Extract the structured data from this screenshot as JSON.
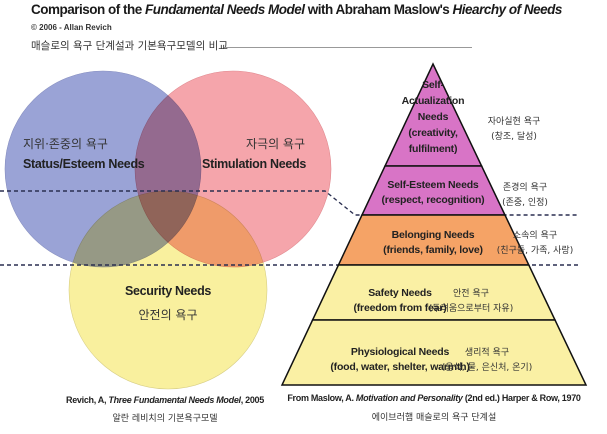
{
  "header": {
    "title_parts": [
      {
        "text": "Comparison of the ",
        "italic": false
      },
      {
        "text": "Fundamental Needs Model",
        "italic": true
      },
      {
        "text": " with Abraham Maslow's ",
        "italic": false
      },
      {
        "text": "Hiearchy of Needs",
        "italic": true
      }
    ],
    "copyright": "© 2006 - Allan Revich",
    "subtitle_ko": "매슬로의 욕구 단계설과 기본욕구모델의 비교"
  },
  "venn": {
    "circles": [
      {
        "id": "status",
        "label_ko": "지위·존중의 욕구",
        "label_en": "Status/Esteem Needs",
        "color": "#9aa3d6"
      },
      {
        "id": "stimulation",
        "label_ko": "자극의 욕구",
        "label_en": "Stimulation Needs",
        "color": "#f5a5ab"
      },
      {
        "id": "security",
        "label_en": "Security Needs",
        "label_ko": "안전의 욕구",
        "color": "#f9f09e"
      }
    ],
    "citation_parts": [
      {
        "text": "Revich, A, ",
        "italic": false
      },
      {
        "text": "Three Fundamental Needs Model",
        "italic": true
      },
      {
        "text": ", 2005",
        "italic": false
      }
    ],
    "caption_ko": "알란 레비치의 기본욕구모델"
  },
  "pyramid": {
    "levels": [
      {
        "id": "self-actualization",
        "en_lines": [
          "Self-",
          "Actualization",
          "Needs",
          "(creativity,",
          "fulfilment)"
        ],
        "ko_lines": [
          "자아실현 욕구",
          "(창조, 달성)"
        ],
        "color": "#d874c6"
      },
      {
        "id": "self-esteem",
        "en_lines": [
          "Self-Esteem Needs",
          "(respect, recognition)"
        ],
        "ko_lines": [
          "존경의 욕구",
          "(존중, 인정)"
        ],
        "color": "#d874c6"
      },
      {
        "id": "belonging",
        "en_lines": [
          "Belonging Needs",
          "(friends, family, love)"
        ],
        "ko_lines": [
          "소속의 욕구",
          "(친구들, 가족, 사랑)"
        ],
        "color": "#f5a366"
      },
      {
        "id": "safety",
        "en_lines": [
          "Safety Needs",
          "(freedom from fear)"
        ],
        "ko_lines": [
          "안전 욕구",
          "(두려움으로부터 자유)"
        ],
        "color": "#faf0a4"
      },
      {
        "id": "physiological",
        "en_lines": [
          "Physiological Needs",
          "(food, water, shelter, warmth)"
        ],
        "ko_lines": [
          "생리적 욕구",
          "(음식, 물, 은신처, 온기)"
        ],
        "color": "#faf0a4"
      }
    ],
    "citation_parts": [
      {
        "text": "From Maslow, A. ",
        "italic": false
      },
      {
        "text": "Motivation and Personality",
        "italic": true
      },
      {
        "text": " (2nd ed.) Harper & Row, 1970",
        "italic": false
      }
    ],
    "caption_ko": "에이브러햄 매슬로의 욕구 단계설"
  }
}
